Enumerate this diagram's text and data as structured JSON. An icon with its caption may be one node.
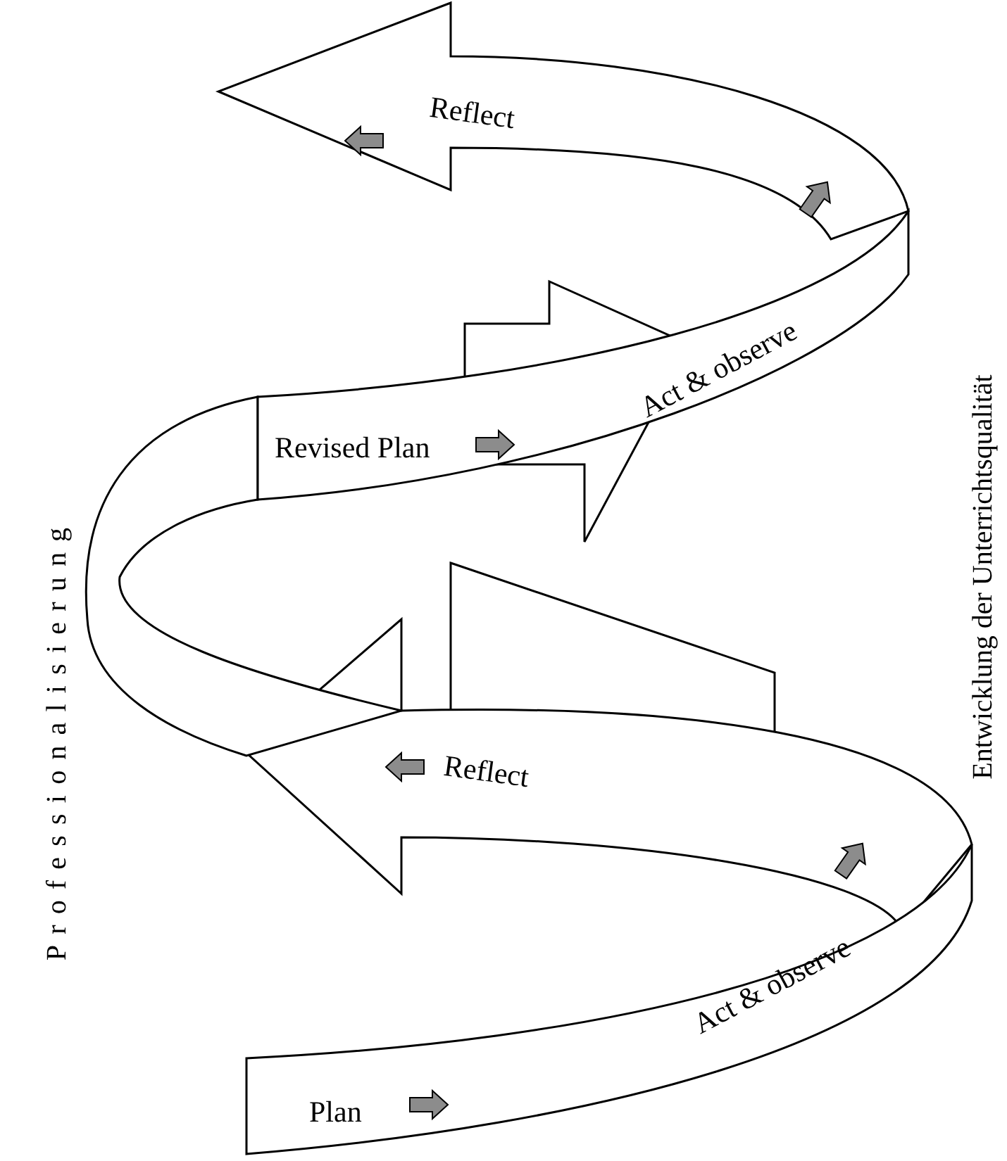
{
  "diagram": {
    "labels": [
      "Professionalisierung",
      "Plan",
      "Act & observe",
      "Reflect",
      "Revised Plan",
      "Act & observe",
      "Reflect",
      "Entwicklung der Unterrichtsqualität"
    ]
  }
}
